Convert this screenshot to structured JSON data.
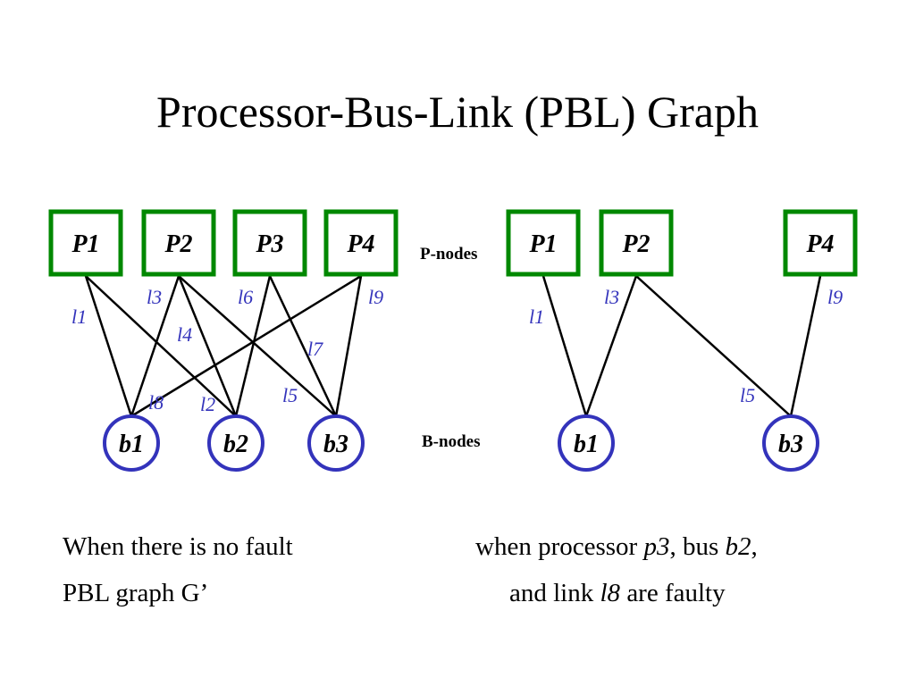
{
  "title": "Processor-Bus-Link (PBL) Graph",
  "labels": {
    "p_nodes": "P-nodes",
    "b_nodes": "B-nodes"
  },
  "colors": {
    "p_node_border": "#008800",
    "b_node_border": "#3333bb",
    "link_label": "#3333bb",
    "edge": "#000000"
  },
  "left_graph": {
    "p_nodes": [
      "P1",
      "P2",
      "P3",
      "P4"
    ],
    "b_nodes": [
      "b1",
      "b2",
      "b3"
    ],
    "links": [
      {
        "name": "l1",
        "from": "P1",
        "to": "b1"
      },
      {
        "name": "l4",
        "from": "P1",
        "to": "b2"
      },
      {
        "name": "l3",
        "from": "P2",
        "to": "b1"
      },
      {
        "name": "l2",
        "from": "P2",
        "to": "b2"
      },
      {
        "name": "l5",
        "from": "P2",
        "to": "b3"
      },
      {
        "name": "l6",
        "from": "P3",
        "to": "b2"
      },
      {
        "name": "l7",
        "from": "P3",
        "to": "b3"
      },
      {
        "name": "l8",
        "from": "P4",
        "to": "b1"
      },
      {
        "name": "l9",
        "from": "P4",
        "to": "b3"
      }
    ]
  },
  "right_graph": {
    "p_nodes": [
      "P1",
      "P2",
      "P4"
    ],
    "b_nodes": [
      "b1",
      "b3"
    ],
    "links": [
      {
        "name": "l1",
        "from": "P1",
        "to": "b1"
      },
      {
        "name": "l3",
        "from": "P2",
        "to": "b1"
      },
      {
        "name": "l5",
        "from": "P2",
        "to": "b3"
      },
      {
        "name": "l9",
        "from": "P4",
        "to": "b3"
      }
    ]
  },
  "captions": {
    "left": {
      "line1": "When there is no fault",
      "line2": "PBL graph G’"
    },
    "right": {
      "line1_prefix": "when processor ",
      "line1_p": "p3",
      "line1_mid": ", bus ",
      "line1_b": "b2",
      "line1_suffix": ",",
      "line2_prefix": "and link ",
      "line2_l": "l8",
      "line2_suffix": " are faulty"
    }
  }
}
